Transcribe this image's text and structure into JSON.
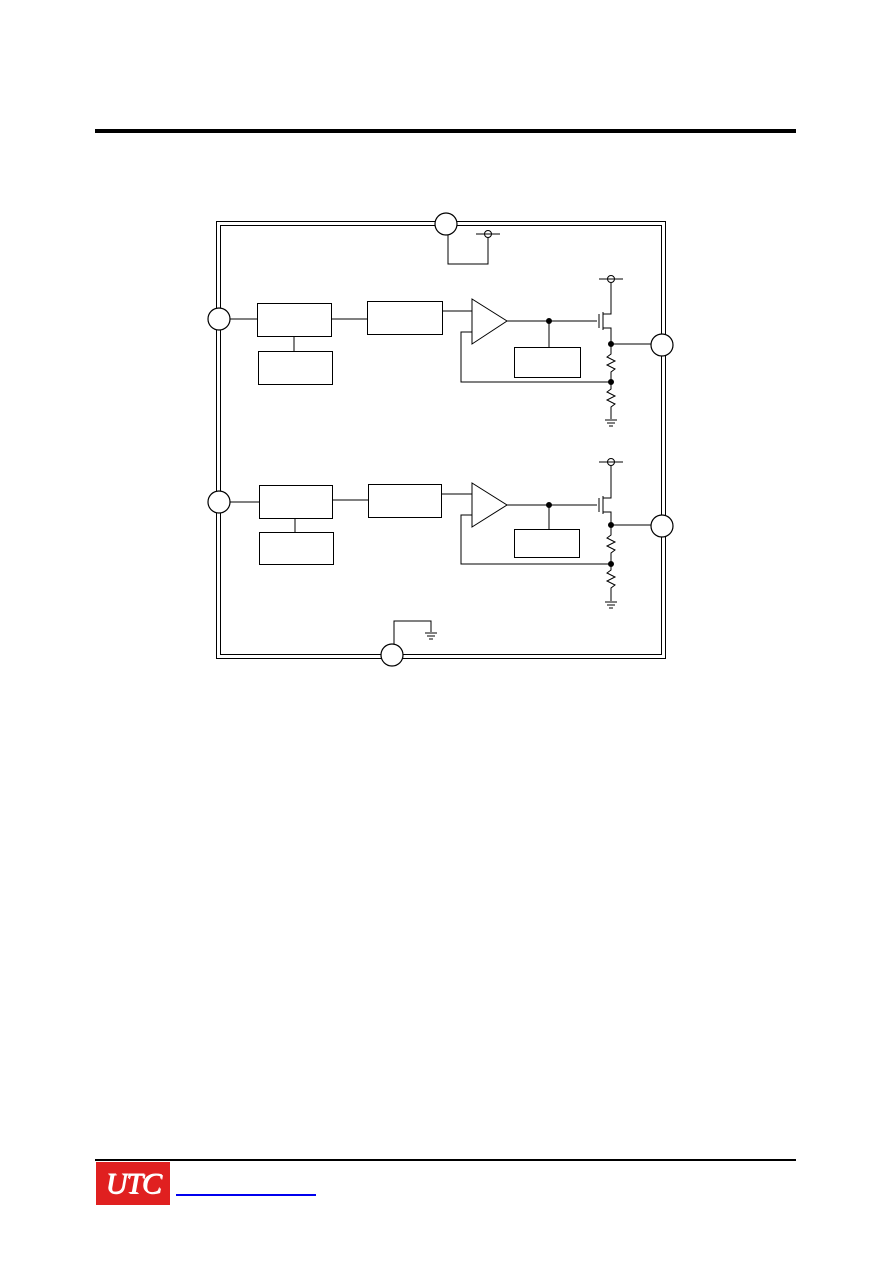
{
  "header": {
    "title": ""
  },
  "diagram": {
    "type": "block-diagram",
    "description_visible": false,
    "blocks": [
      {
        "group": "channel-1",
        "role": "input-block"
      },
      {
        "group": "channel-1",
        "role": "sub-block"
      },
      {
        "group": "channel-1",
        "role": "middle-block"
      },
      {
        "group": "channel-1",
        "role": "amplifier"
      },
      {
        "group": "channel-1",
        "role": "side-block"
      },
      {
        "group": "channel-2",
        "role": "input-block"
      },
      {
        "group": "channel-2",
        "role": "sub-block"
      },
      {
        "group": "channel-2",
        "role": "middle-block"
      },
      {
        "group": "channel-2",
        "role": "amplifier"
      },
      {
        "group": "channel-2",
        "role": "side-block"
      }
    ]
  },
  "footer": {
    "logo_text": "UTC",
    "logo_color": "#e02020",
    "link_color": "#0000ee"
  }
}
